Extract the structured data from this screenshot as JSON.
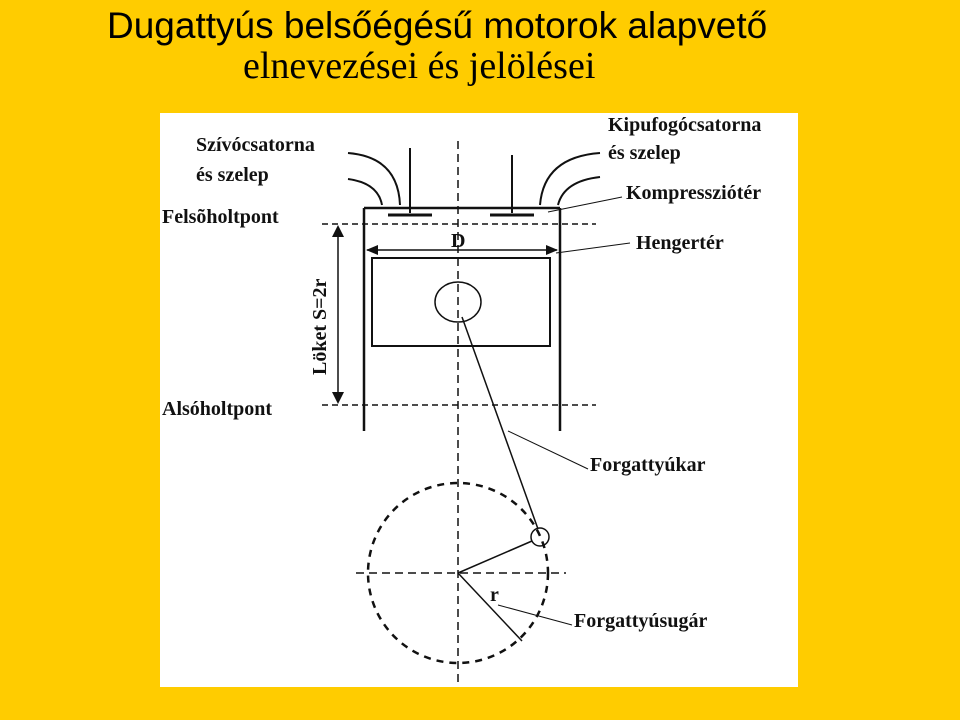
{
  "title": {
    "line1": "Dugattyús belsőégésű motorok alapvető",
    "line2": "elnevezései és jelölései"
  },
  "colors": {
    "background": "#FFCC00",
    "panel": "#FFFFFF",
    "ink": "#111111"
  },
  "diagram": {
    "labels": {
      "intake_line1": "Szívócsatorna",
      "intake_line2": "és szelep",
      "exhaust_line1": "Kipufogócsatorna",
      "exhaust_line2": "és szelep",
      "compression_space": "Kompressziótér",
      "top_dead_center": "Felsõholtpont",
      "bore": "D",
      "cylinder_space": "Hengertér",
      "stroke": "Löket S=2r",
      "bottom_dead_center": "Alsóholtpont",
      "connecting_rod": "Forgattyúkar",
      "radius_symbol": "r",
      "crank_radius": "Forgattyúsugár"
    }
  }
}
